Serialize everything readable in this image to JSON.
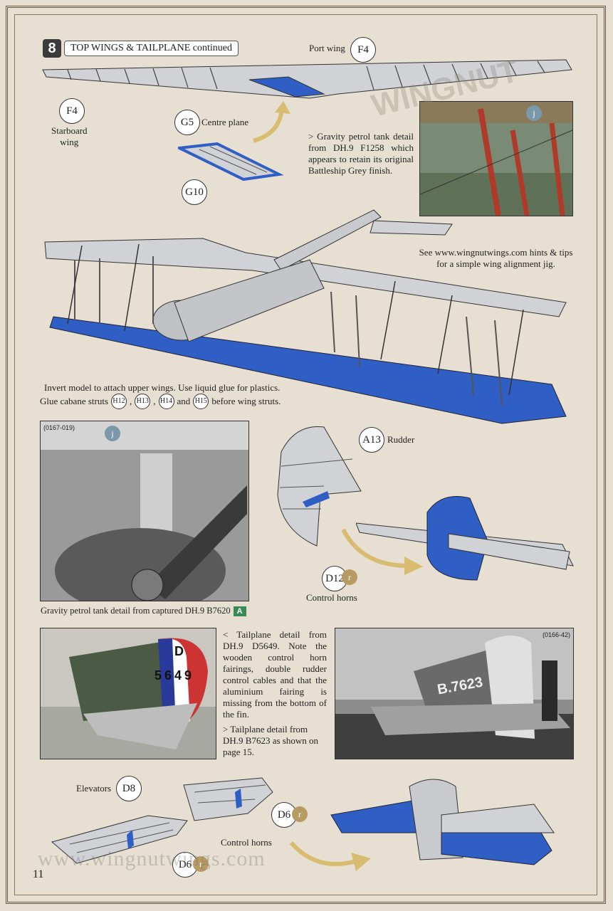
{
  "header": {
    "step_number": "8",
    "title": "TOP WINGS & TAILPLANE continued"
  },
  "labels": {
    "port_wing": "Port wing",
    "starboard_wing": "Starboard\nwing",
    "centre_plane": "Centre plane",
    "rudder": "Rudder",
    "control_horns_1": "Control horns",
    "elevators": "Elevators",
    "control_horns_2": "Control horns"
  },
  "callouts": {
    "f4_top": "F4",
    "f4_left": "F4",
    "g5": "G5",
    "g10": "G10",
    "a13": "A13",
    "d12": "D12",
    "d8": "D8",
    "d6_top": "D6",
    "d6_bottom": "D6",
    "ref_r1": "r",
    "ref_r2": "r",
    "ref_r3": "r",
    "ref_j1": "j",
    "ref_j2": "j"
  },
  "notes": {
    "gravity_tank": "> Gravity petrol tank detail from DH.9 F1258 which appears to retain its original Battleship Grey finish.",
    "hints": "See www.wingnutwings.com hints & tips for a simple wing alignment jig.",
    "invert_line1": "Invert model to attach upper wings. Use liquid glue for plastics.",
    "invert_line2_a": "Glue cabane struts",
    "h12": "H12",
    "h13": "H13",
    "h14": "H14",
    "h15": "H15",
    "invert_line2_b": "before wing struts.",
    "comma": ",",
    "and": "and",
    "photo_caption": "Gravity petrol tank detail from captured DH.9 B7620",
    "badge": "A",
    "tailplane_d5649": "< Tailplane detail from DH.9 D5649. Note the wooden control horn fairings, double rudder control cables and that the aluminium fairing is missing from the bottom of the fin.",
    "tailplane_b7623": "> Tailplane detail from DH.9 B7623 as shown on page 15."
  },
  "photos": {
    "id_1": "(0167-019)",
    "id_2": "(0166-42)",
    "fuselage_letter": "D",
    "fuselage_serial": "5649",
    "tail_serial": "B.7623"
  },
  "footer": {
    "watermark": "www.wingnutwings.com",
    "page": "11"
  },
  "colors": {
    "blue_part": "#2f5fc4",
    "grey_part": "#d0d2d6",
    "border": "#6b5a45"
  }
}
